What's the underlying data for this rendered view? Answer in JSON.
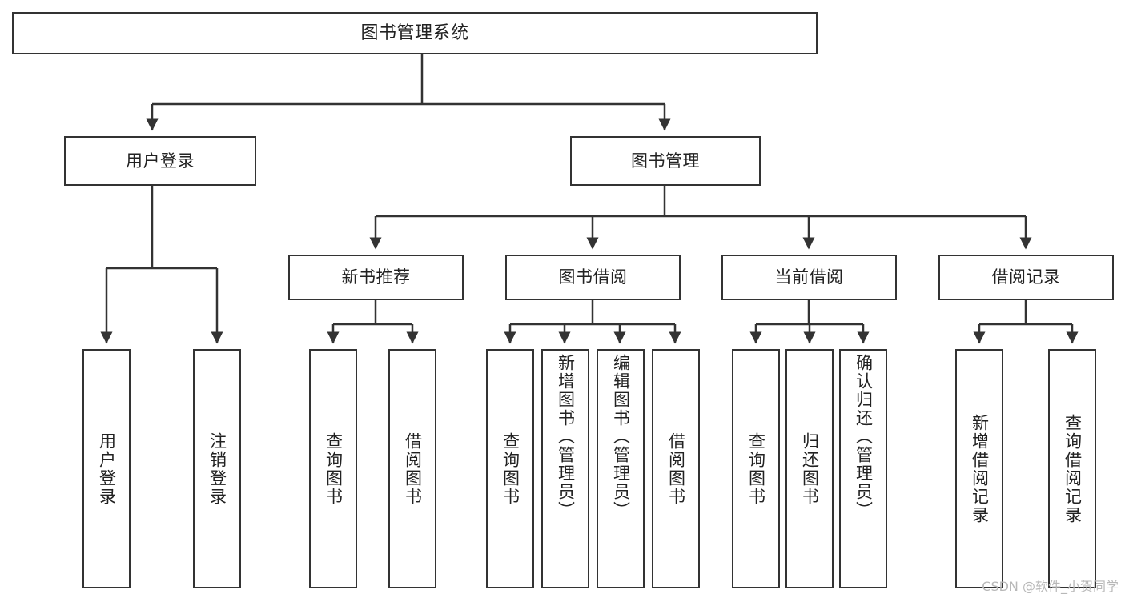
{
  "diagram": {
    "type": "tree-hierarchy-chart",
    "title": "图书管理系统",
    "accent_color": "#333333",
    "background_color": "#ffffff",
    "text_color": "#222222"
  },
  "nodes": {
    "root": {
      "label": "图书管理系统"
    },
    "level2": [
      {
        "label": "用户登录"
      },
      {
        "label": "图书管理"
      }
    ],
    "level3": [
      {
        "label": "新书推荐"
      },
      {
        "label": "图书借阅"
      },
      {
        "label": "当前借阅"
      },
      {
        "label": "借阅记录"
      }
    ],
    "leaves_user_login": [
      {
        "label": "用户登录"
      },
      {
        "label": "注销登录"
      }
    ],
    "leaves_new_book": [
      {
        "label": "查询图书"
      },
      {
        "label": "借阅图书"
      }
    ],
    "leaves_borrow": [
      {
        "label": "查询图书"
      },
      {
        "label": "新增图书（管理员）"
      },
      {
        "label": "编辑图书（管理员）"
      },
      {
        "label": "借阅图书"
      }
    ],
    "leaves_current": [
      {
        "label": "查询图书"
      },
      {
        "label": "归还图书"
      },
      {
        "label": "确认归还（管理员）"
      }
    ],
    "leaves_record": [
      {
        "label": "新增借阅记录"
      },
      {
        "label": "查询借阅记录"
      }
    ]
  },
  "watermark": {
    "text": "CSDN @软件_小贺同学"
  }
}
